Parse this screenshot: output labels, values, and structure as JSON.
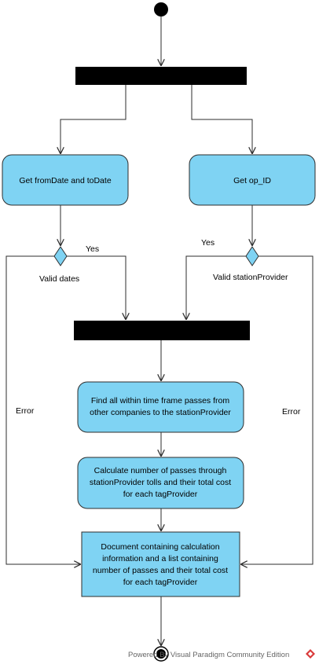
{
  "diagram": {
    "actions": {
      "get_dates": "Get fromDate and toDate",
      "get_op": "Get op_ID",
      "find_passes": [
        "Find all within time frame passes from",
        "other companies to the stationProvider"
      ],
      "calculate": [
        "Calculate number of passes through",
        "stationProvider tolls and their total cost",
        "for each tagProvider"
      ]
    },
    "object_node": [
      "Document containing calculation",
      "information and a list containing",
      "number of passes and their total cost",
      "for each tagProvider"
    ],
    "decisions": {
      "left": "Valid dates",
      "right": "Valid stationProvider"
    },
    "guards": {
      "left_yes": "Yes",
      "right_yes": "Yes",
      "left_error": "Error",
      "right_error": "Error"
    },
    "colors": {
      "action_fill": "#7fd3f3",
      "object_fill": "#7fd3f3",
      "stroke": "#2e2e2e",
      "bar": "#000000",
      "brand_red": "#d93a3a"
    }
  },
  "watermark": "Powered By  Visual Paradigm Community Edition"
}
